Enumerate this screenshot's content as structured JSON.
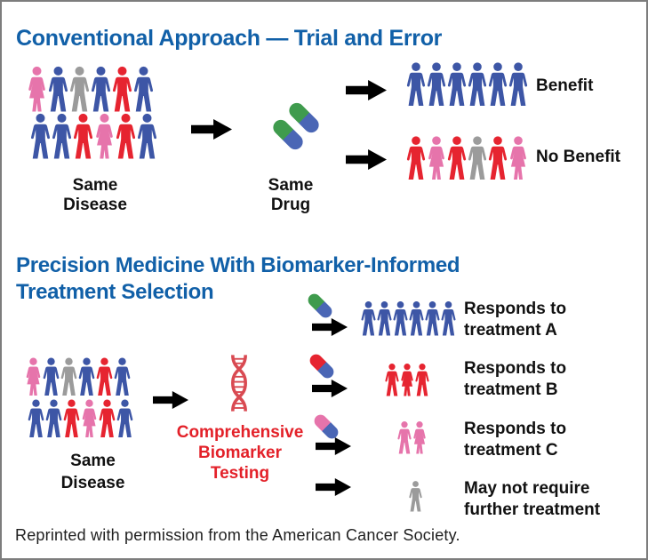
{
  "colors": {
    "pink": "#e674ab",
    "blue": "#3d56a6",
    "gray": "#9b9b9b",
    "red": "#e62430",
    "green": "#3f9b4d",
    "pillBlue": "#4a66b5",
    "titleBlue": "#1160a8",
    "testingRed": "#e32129",
    "dnaRed": "#d94a52",
    "arrowBlack": "#000000"
  },
  "conventional": {
    "title": "Conventional Approach — Trial and Error",
    "same_disease": {
      "line1": "Same",
      "line2": "Disease"
    },
    "same_drug": {
      "line1": "Same",
      "line2": "Drug"
    },
    "patients_row1": [
      "pink-f",
      "blue-m",
      "gray-m",
      "blue-m",
      "red-m",
      "blue-m"
    ],
    "patients_row2": [
      "blue-m",
      "blue-m",
      "red-m",
      "pink-f",
      "red-m",
      "blue-m"
    ],
    "benefit": {
      "label": "Benefit",
      "people": [
        "blue-m",
        "blue-m",
        "blue-m",
        "blue-m",
        "blue-m",
        "blue-m"
      ]
    },
    "no_benefit": {
      "label": "No Benefit",
      "people": [
        "red-m",
        "pink-f",
        "red-m",
        "gray-m",
        "red-m",
        "pink-f"
      ]
    }
  },
  "precision": {
    "title_line1": "Precision Medicine With Biomarker-Informed",
    "title_line2": "Treatment Selection",
    "same_disease": {
      "line1": "Same",
      "line2": "Disease"
    },
    "testing": {
      "line1": "Comprehensive",
      "line2": "Biomarker",
      "line3": "Testing"
    },
    "patients_row1": [
      "pink-f",
      "blue-m",
      "gray-m",
      "blue-m",
      "red-m",
      "blue-m"
    ],
    "patients_row2": [
      "blue-m",
      "blue-m",
      "red-m",
      "pink-f",
      "red-m",
      "blue-m"
    ],
    "outcomes": [
      {
        "pill": [
          "green",
          "pillBlue"
        ],
        "people": [
          "blue-m",
          "blue-m",
          "blue-m",
          "blue-m",
          "blue-m",
          "blue-m"
        ],
        "line1": "Responds to",
        "line2": "treatment A"
      },
      {
        "pill": [
          "red",
          "pillBlue"
        ],
        "people": [
          "red-m",
          "red-f",
          "red-m"
        ],
        "line1": "Responds to",
        "line2": "treatment B"
      },
      {
        "pill": [
          "pink",
          "pillBlue"
        ],
        "people": [
          "pink-m",
          "pink-f"
        ],
        "line1": "Responds to",
        "line2": "treatment C"
      },
      {
        "pill": null,
        "people": [
          "gray-m"
        ],
        "line1": "May not require",
        "line2": "further treatment"
      }
    ]
  },
  "footer": "Reprinted with permission from the American Cancer Society."
}
